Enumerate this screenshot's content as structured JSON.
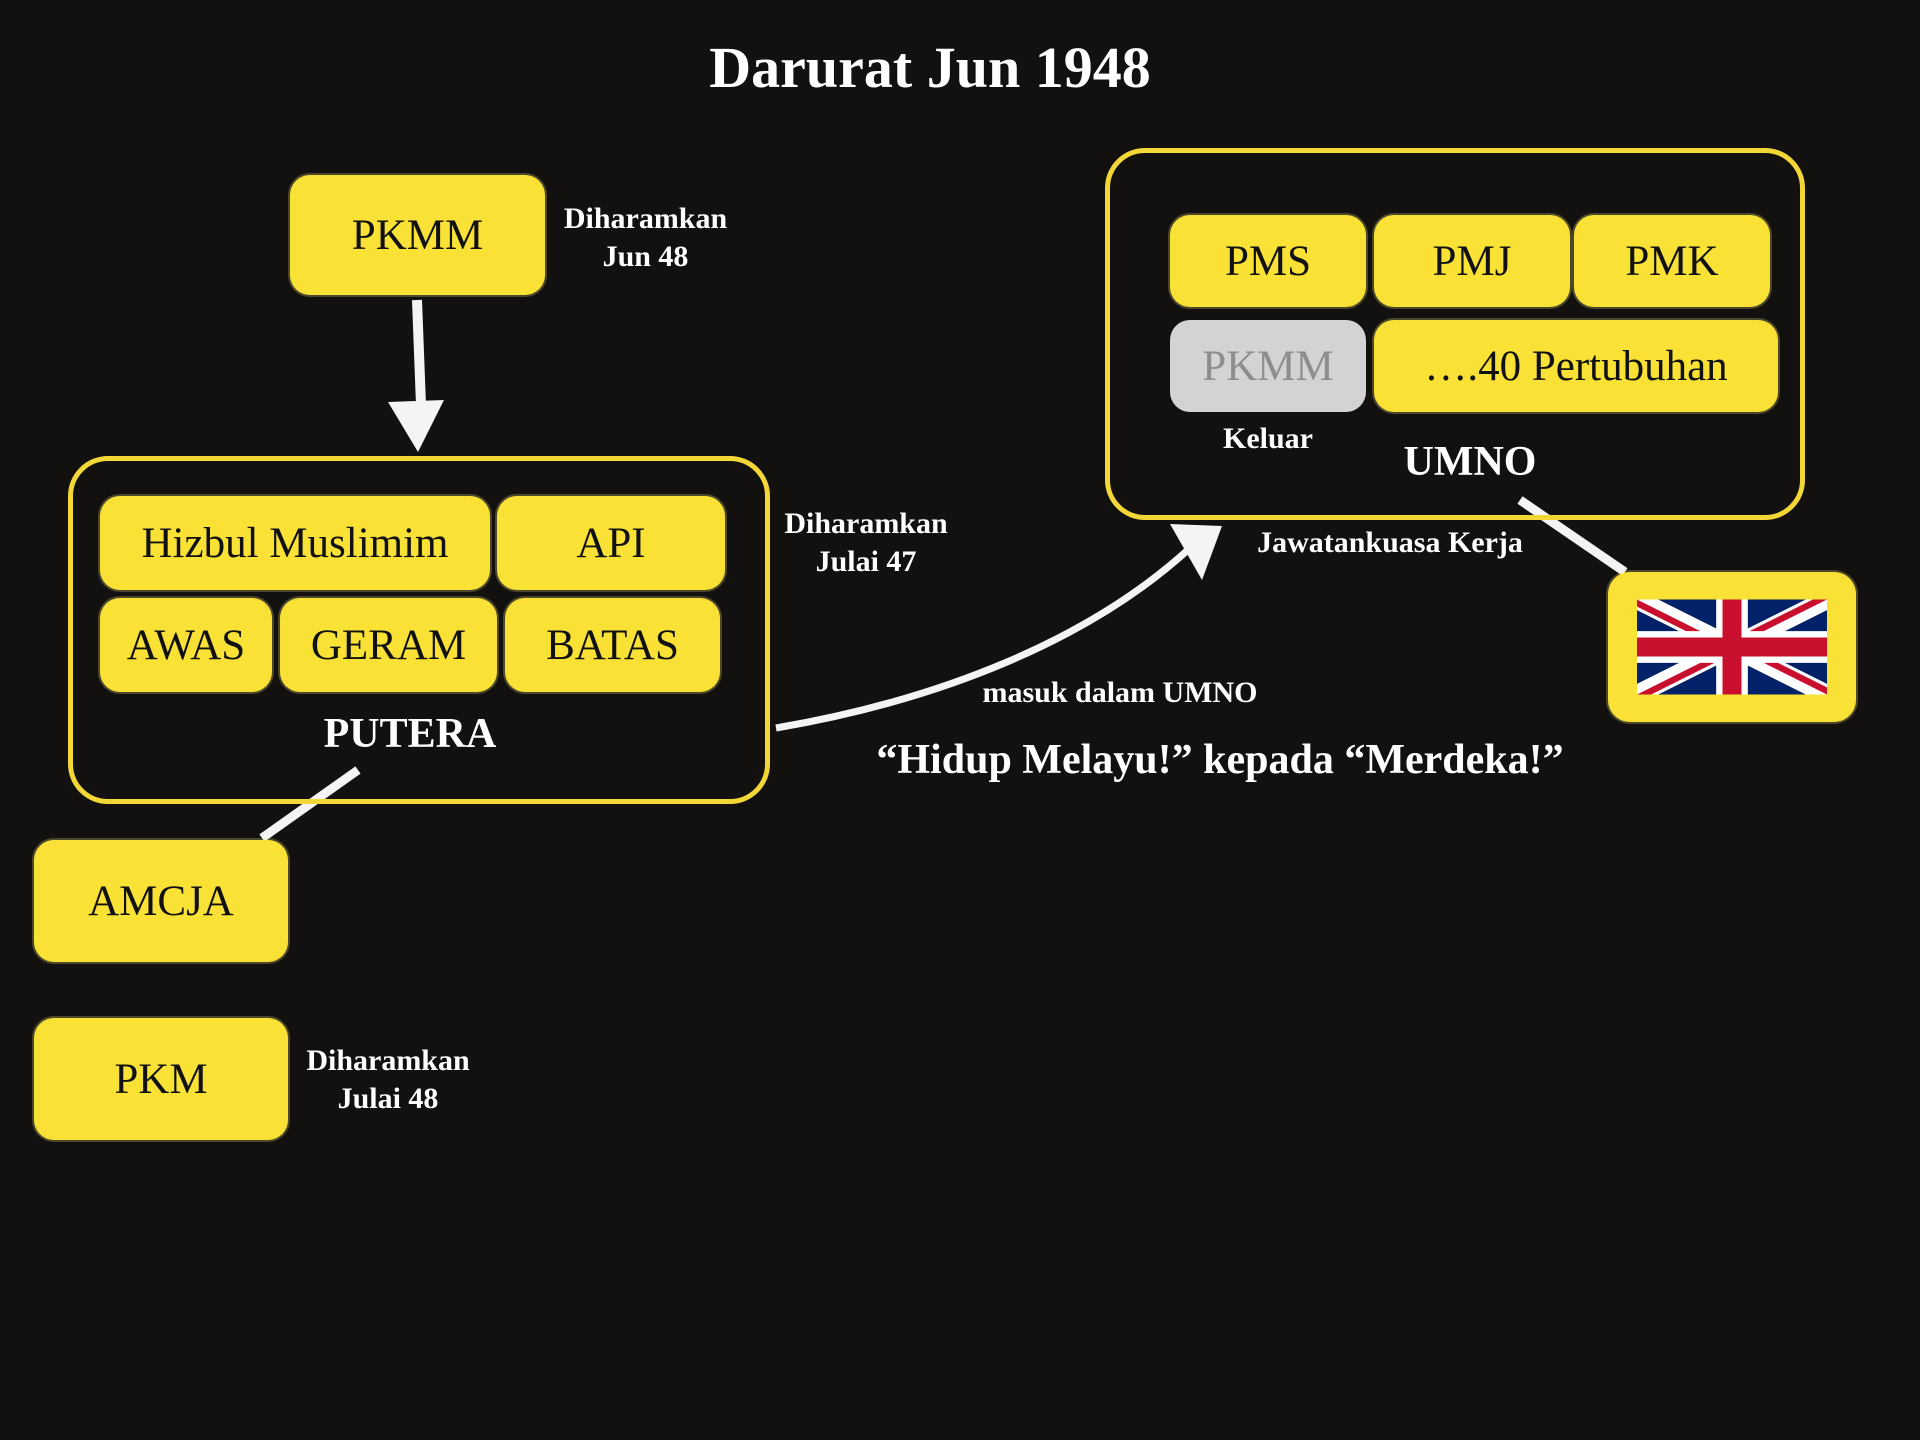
{
  "title": "Darurat Jun 1948",
  "pkmm_top": {
    "label": "PKMM",
    "note_line1": "Diharamkan",
    "note_line2": "Jun 48"
  },
  "putera": {
    "label": "PUTERA",
    "members": [
      "Hizbul Muslimim",
      "API",
      "AWAS",
      "GERAM",
      "BATAS"
    ],
    "note_line1": "Diharamkan",
    "note_line2": "Julai 47"
  },
  "amcja": {
    "label": "AMCJA"
  },
  "pkm": {
    "label": "PKM",
    "note_line1": "Diharamkan",
    "note_line2": "Julai 48"
  },
  "umno": {
    "label": "UMNO",
    "members": [
      "PMS",
      "PMJ",
      "PMK",
      "PKMM",
      "….40 Pertubuhan"
    ],
    "pkmm_note": "Keluar",
    "committee": "Jawatankuasa Kerja"
  },
  "arrow_label": "masuk dalam UMNO",
  "slogan": "“Hidup Melayu!” kepada “Merdeka!”",
  "colors": {
    "background": "#121110",
    "box": "#f9e235",
    "frame": "#f3d737",
    "muted_box": "#d3d3d3"
  },
  "flag_icon": "union-jack-flag-icon"
}
